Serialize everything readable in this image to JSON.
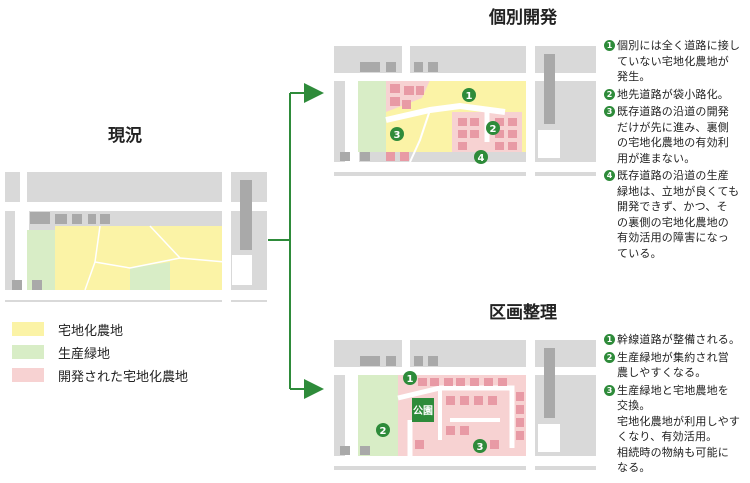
{
  "titles": {
    "current": "現況",
    "individual": "個別開発",
    "readjust": "区画整理"
  },
  "legend": [
    {
      "label": "宅地化農地",
      "color": "#fbf3a6"
    },
    {
      "label": "生産緑地",
      "color": "#d8edc6"
    },
    {
      "label": "開発された宅地化農地",
      "color": "#f7d2d2"
    }
  ],
  "colors": {
    "road": "#ffffff",
    "block": "#d9d9d9",
    "building": "#a9a9a9",
    "farm": "#fbf3a6",
    "green": "#d8edc6",
    "developed": "#f7d2d2",
    "house": "#e89aa5",
    "badge": "#2e8b3a",
    "arrow": "#2e8b3a"
  },
  "map_marks": {
    "n1": "1",
    "n2": "2",
    "n3": "3",
    "n4": "4",
    "park": "公園"
  },
  "notes_individual": [
    {
      "num": "1",
      "lines": [
        "個別には全く道路に接し",
        "ていない宅地化農地が",
        "発生。"
      ]
    },
    {
      "num": "2",
      "lines": [
        "地先道路が袋小路化。"
      ]
    },
    {
      "num": "3",
      "lines": [
        "既存道路の沿道の開発",
        "だけが先に進み、裏側",
        "の宅地化農地の有効利",
        "用が進まない。"
      ]
    },
    {
      "num": "4",
      "lines": [
        "既存道路の沿道の生産",
        "緑地は、立地が良くても",
        "開発できず、かつ、そ",
        "の裏側の宅地化農地の",
        "有効活用の障害になっ",
        "ている。"
      ]
    }
  ],
  "notes_readjust": [
    {
      "num": "1",
      "lines": [
        "幹線道路が整備される。"
      ]
    },
    {
      "num": "2",
      "lines": [
        "生産緑地が集約され営",
        "農しやすくなる。"
      ]
    },
    {
      "num": "3",
      "lines": [
        "生産緑地と宅地農地を",
        "交換。",
        "宅地化農地が利用しやす",
        "くなり、有効活用。",
        "相続時の物納も可能に",
        "なる。"
      ]
    }
  ]
}
